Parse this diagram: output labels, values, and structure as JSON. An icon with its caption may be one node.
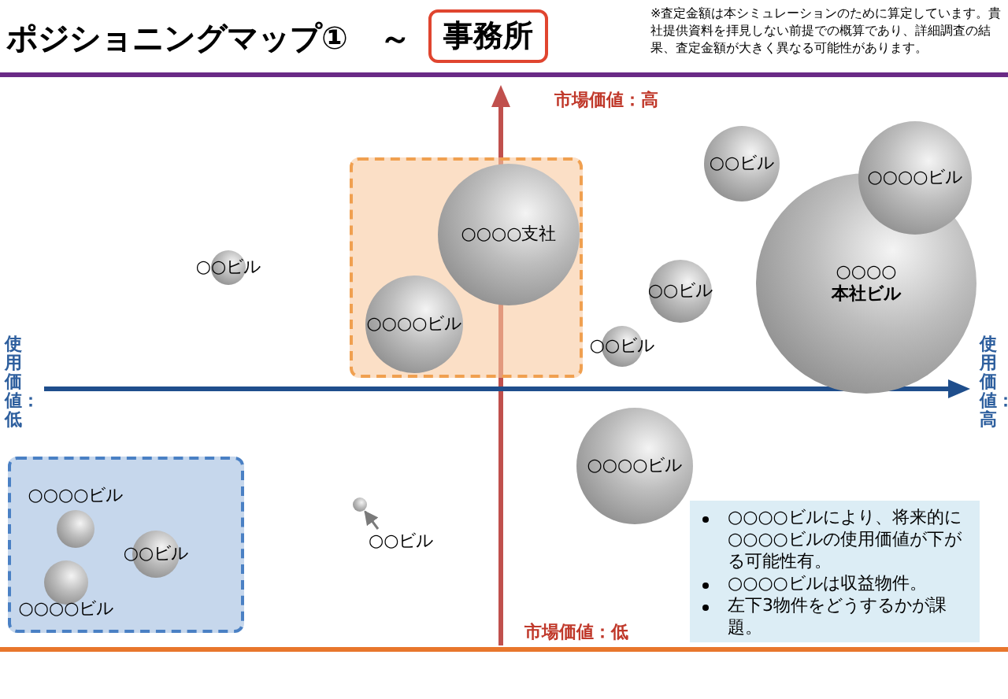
{
  "diagram": {
    "title": "ポジショニングマップ①　～",
    "nodes": [
      {
        "text": [],
        "shape": "box"
      },
      {
        "text": [
          "○○○○支社"
        ],
        "in": 0
      },
      {
        "text": [
          "○○○○ビル"
        ],
        "in": 0
      },
      {
        "text": [],
        "shape": "box"
      },
      {
        "text": [
          "○○○○ビル"
        ],
        "in": 3
      },
      {
        "text": [
          "○○ビル"
        ],
        "in": 3
      },
      {
        "text": [
          "○○○○ビル"
        ],
        "in": 3
      },
      {
        "text": [
          "○○ビル"
        ]
      },
      {
        "text": [],
        "shape": "circle"
      },
      {
        "text": [
          "○○ビル"
        ]
      },
      {
        "text": [
          "○○ビル"
        ]
      },
      {
        "text": [
          "○○○○ビル"
        ]
      },
      {
        "text": [
          "○○○○ 本社ビル"
        ]
      },
      {
        "text": [
          "○○ビル"
        ]
      },
      {
        "text": [
          "○○ビル"
        ]
      },
      {
        "text": [
          "○○○○ビル"
        ]
      },
      {
        "text": [
          "○○○○ビルにより、将来的に○○○○ビルの使用価値が下がる可能性有。",
          "○○○○ビルは収益物件。",
          "左下3物件をどうするかが課題。"
        ]
      },
      {
        "text": [
          "事務所"
        ]
      }
    ],
    "edges": [
      {
        "from": 9,
        "to": 8,
        "arrow": "to"
      }
    ],
    "labels": [
      "※査定金額は本シミュレーションのために算定しています。貴社提供資料を拝見しない前提での概算であり、詳細調査の結果、査定金額が大きく異なる可能性があります。",
      "市場価値：高",
      "使用価値：低",
      "使用価値：高",
      "市場価値：低"
    ]
  }
}
